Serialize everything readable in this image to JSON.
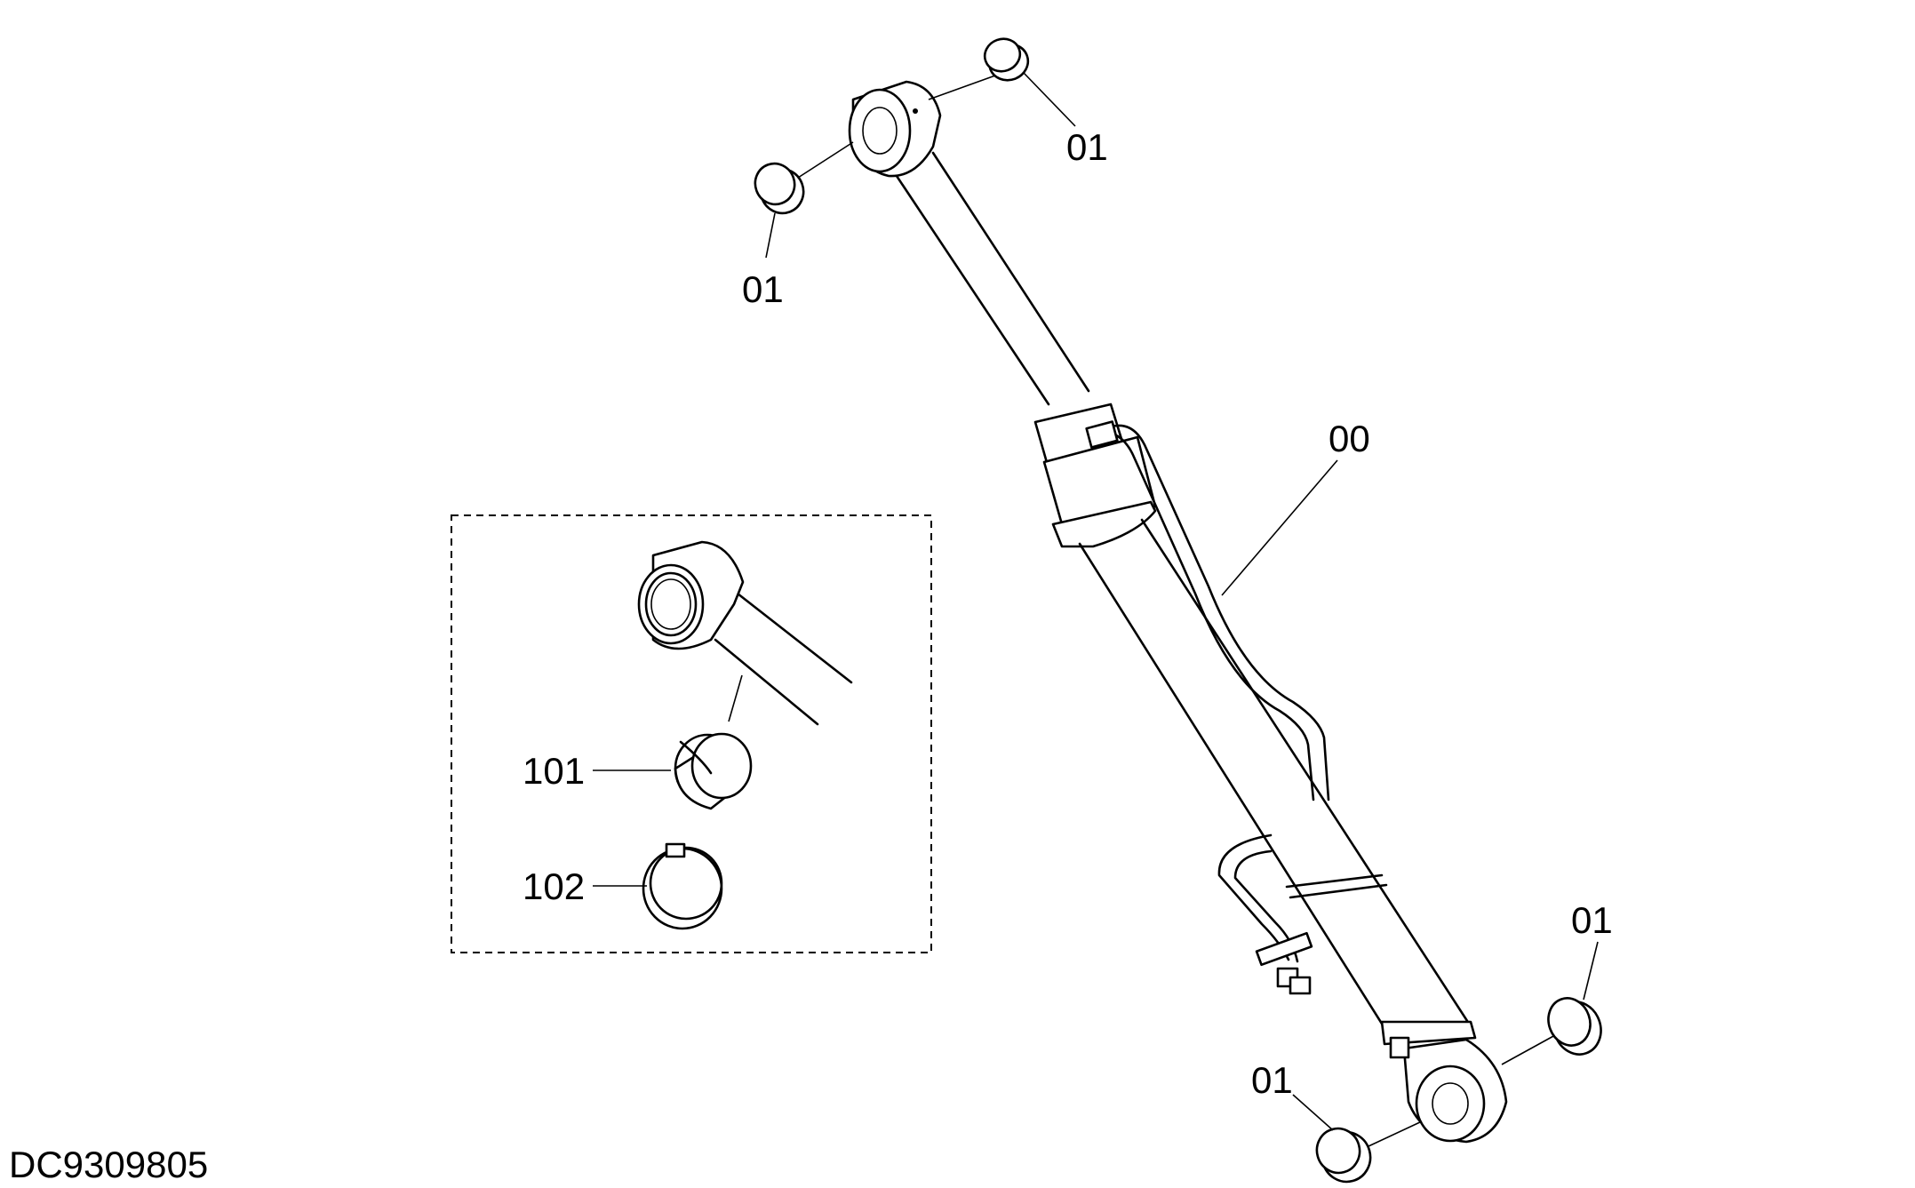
{
  "drawing_id": "DC9309805",
  "labels": {
    "bushing_top_right": "01",
    "bushing_top_left": "01",
    "cylinder_assembly": "00",
    "bushing_bottom_right": "01",
    "bushing_bottom_left": "01",
    "bushing_detail": "101",
    "snap_ring_detail": "102"
  }
}
